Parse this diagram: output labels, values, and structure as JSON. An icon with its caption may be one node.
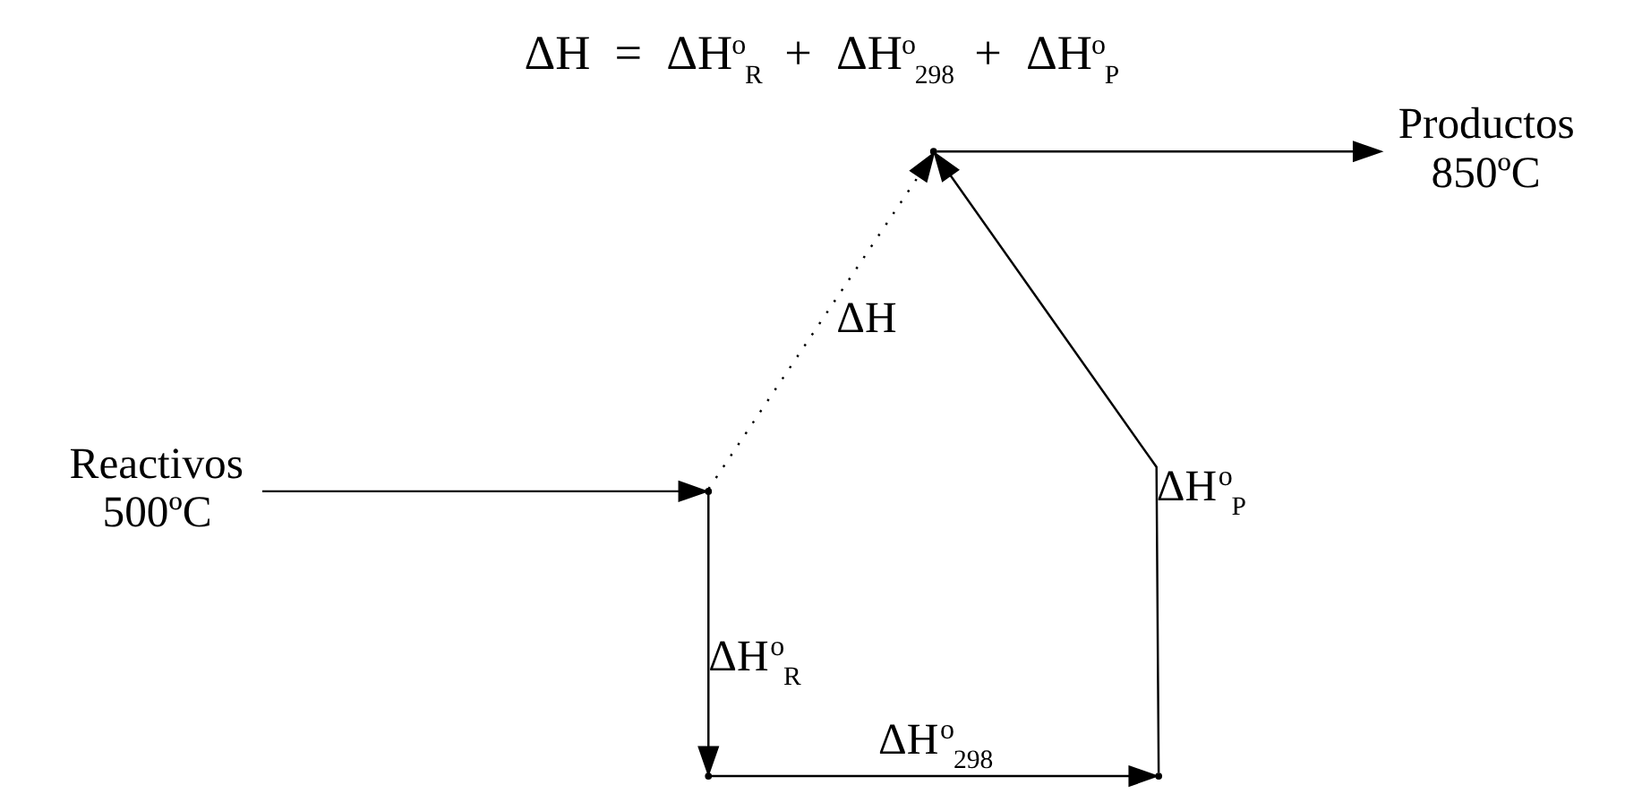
{
  "diagram": {
    "title": "ΔH = ΔH$^{o}$$_{R}$ + ΔH$^{o}$$_{298}$ + ΔH$^{o}$$_{P}$",
    "nodes": [
      {
        "text": [
          "Reactivos",
          "500ºC"
        ]
      },
      {
        "text": [],
        "shape": "point"
      },
      {
        "text": [],
        "shape": "point"
      },
      {
        "text": [],
        "shape": "point"
      },
      {
        "text": [],
        "shape": "point"
      },
      {
        "text": [
          "Productos",
          "850ºC"
        ]
      }
    ],
    "edges": [
      {
        "from": 0,
        "to": 1,
        "arrow": "to"
      },
      {
        "from": 1,
        "to": 3,
        "arrow": "to",
        "style": "dashed",
        "label": "ΔH"
      },
      {
        "from": 1,
        "to": 2,
        "arrow": "to",
        "label": "ΔH$^{o}$$_{R}$"
      },
      {
        "from": 2,
        "to": 4,
        "arrow": "to",
        "label": "ΔH$^{o}$$_{298}$"
      },
      {
        "from": 4,
        "to": 3,
        "arrow": "to",
        "label": "ΔH$^{o}$$_{P}$"
      },
      {
        "from": 3,
        "to": 5,
        "arrow": "to"
      }
    ]
  }
}
